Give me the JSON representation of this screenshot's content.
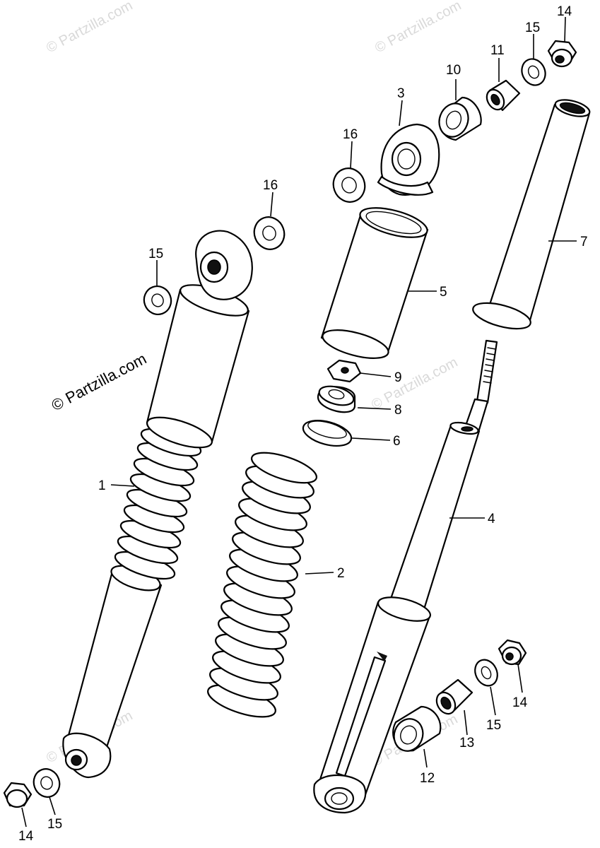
{
  "watermark": {
    "main": "© Partzilla.com",
    "faint": "© Partzilla.com"
  },
  "callouts": [
    {
      "id": "c1",
      "text": "1"
    },
    {
      "id": "c2",
      "text": "2"
    },
    {
      "id": "c3",
      "text": "3"
    },
    {
      "id": "c4",
      "text": "4"
    },
    {
      "id": "c5",
      "text": "5"
    },
    {
      "id": "c6",
      "text": "6"
    },
    {
      "id": "c7",
      "text": "7"
    },
    {
      "id": "c8",
      "text": "8"
    },
    {
      "id": "c9",
      "text": "9"
    },
    {
      "id": "c10",
      "text": "10"
    },
    {
      "id": "c11",
      "text": "11"
    },
    {
      "id": "c12",
      "text": "12"
    },
    {
      "id": "c13",
      "text": "13"
    },
    {
      "id": "c14a",
      "text": "14"
    },
    {
      "id": "c14b",
      "text": "14"
    },
    {
      "id": "c14c",
      "text": "14"
    },
    {
      "id": "c15a",
      "text": "15"
    },
    {
      "id": "c15b",
      "text": "15"
    },
    {
      "id": "c15c",
      "text": "15"
    },
    {
      "id": "c15d",
      "text": "15"
    },
    {
      "id": "c16a",
      "text": "16"
    },
    {
      "id": "c16b",
      "text": "16"
    }
  ]
}
